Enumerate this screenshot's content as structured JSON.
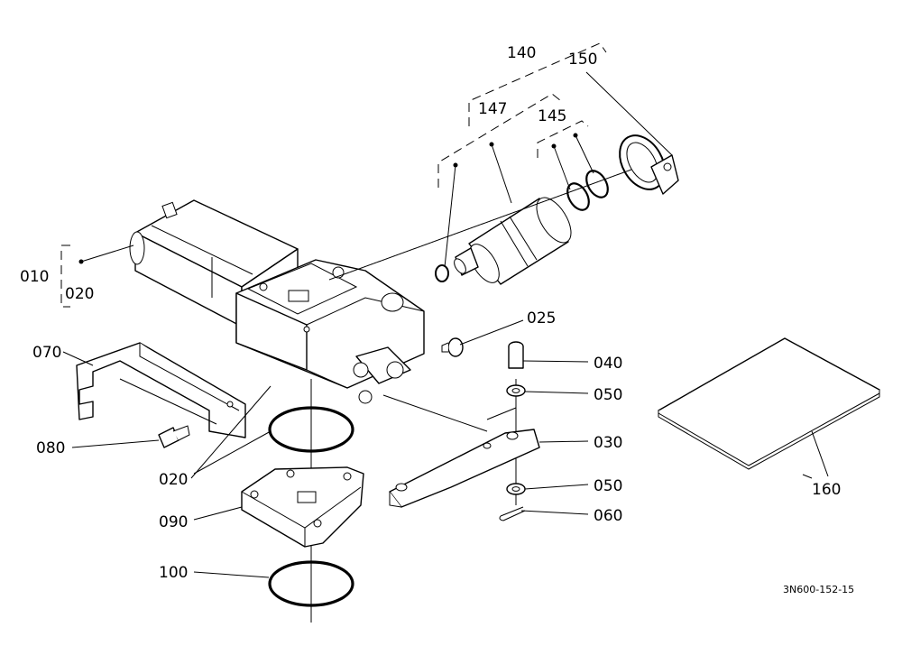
{
  "diagram": {
    "drawing_code": "3N600-152-15",
    "callouts": {
      "c140": "140",
      "c150": "150",
      "c147": "147",
      "c145": "145",
      "c010": "010",
      "c020_top": "020",
      "c025": "025",
      "c070": "070",
      "c040": "040",
      "c050_top": "050",
      "c030": "030",
      "c080": "080",
      "c020_bottom": "020",
      "c050_bottom": "050",
      "c060": "060",
      "c090": "090",
      "c100": "100",
      "c160": "160"
    }
  }
}
